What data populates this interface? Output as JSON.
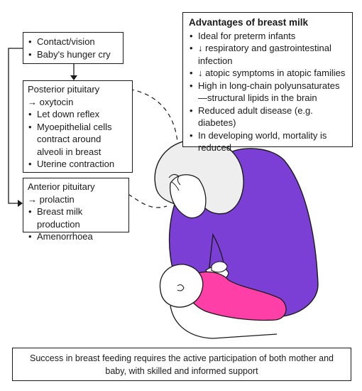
{
  "stimuli": {
    "items": [
      "Contact/vision",
      "Baby's hunger cry"
    ]
  },
  "posterior": {
    "heading": "Posterior pituitary",
    "hormone": "→ oxytocin",
    "items": [
      "Let down reflex",
      "Myoepithelial cells contract around alveoli in breast",
      "Uterine contraction"
    ]
  },
  "anterior": {
    "heading": "Anterior pituitary",
    "hormone": "→ prolactin",
    "items": [
      "Breast milk production",
      "Amenorrhoea"
    ]
  },
  "advantages": {
    "title": "Advantages of breast milk",
    "items": [
      "Ideal for preterm infants",
      "↓ respiratory and gastrointestinal infection",
      "↓ atopic symptoms in atopic families",
      "High in long-chain polyunsaturates—structural lipids in the brain",
      "Reduced adult disease (e.g. diabetes)",
      "In developing world, mortality is reduced"
    ]
  },
  "footer": {
    "text": "Success in breast feeding requires the active participation of both mother and baby, with skilled and informed support"
  },
  "colors": {
    "outline": "#1a1a1a",
    "mother_top": "#7b3fd6",
    "baby_clothes": "#ff3fa8",
    "hair": "#eeeeee",
    "skin": "#ffffff"
  }
}
